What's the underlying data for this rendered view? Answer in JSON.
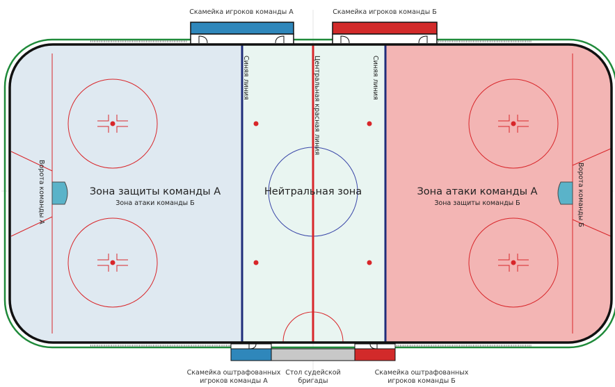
{
  "labels": {
    "bench_a": "Скамейка игроков команды А",
    "bench_b": "Скамейка игроков команды Б",
    "blue_line": "Синяя линия",
    "center_red_line": "Центральная красная линия",
    "defense_zone_a": "Зона защиты команды А",
    "attack_zone_b_sub": "Зона атаки команды Б",
    "neutral_zone": "Нейтральная зона",
    "attack_zone_a": "Зона атаки команды А",
    "defense_zone_b_sub": "Зона защиты команды Б",
    "goal_a": "Ворота команды А",
    "goal_b": "Ворота команды Б",
    "penalty_a_line1": "Скамейка оштрафованных",
    "penalty_a_line2": "игроков команды А",
    "officials_line1": "Стол судейской",
    "officials_line2": "бригады",
    "penalty_b_line1": "Скамейка оштрафованных",
    "penalty_b_line2": "игроков команды Б"
  },
  "colors": {
    "zone_a": "#dfe9f1",
    "neutral": "#e9f5f1",
    "zone_b": "#f3b5b4",
    "blue_line": "#1f2d7a",
    "red_line": "#d8262a",
    "faceoff_lines": "#d8262a",
    "center_circle": "#3a47a8",
    "board_green": "#1f8a3a",
    "goal": "#5ab3c9",
    "bench_a": "#2f87bb",
    "bench_b": "#d22a2a",
    "officials_table": "#c8c8c8"
  }
}
